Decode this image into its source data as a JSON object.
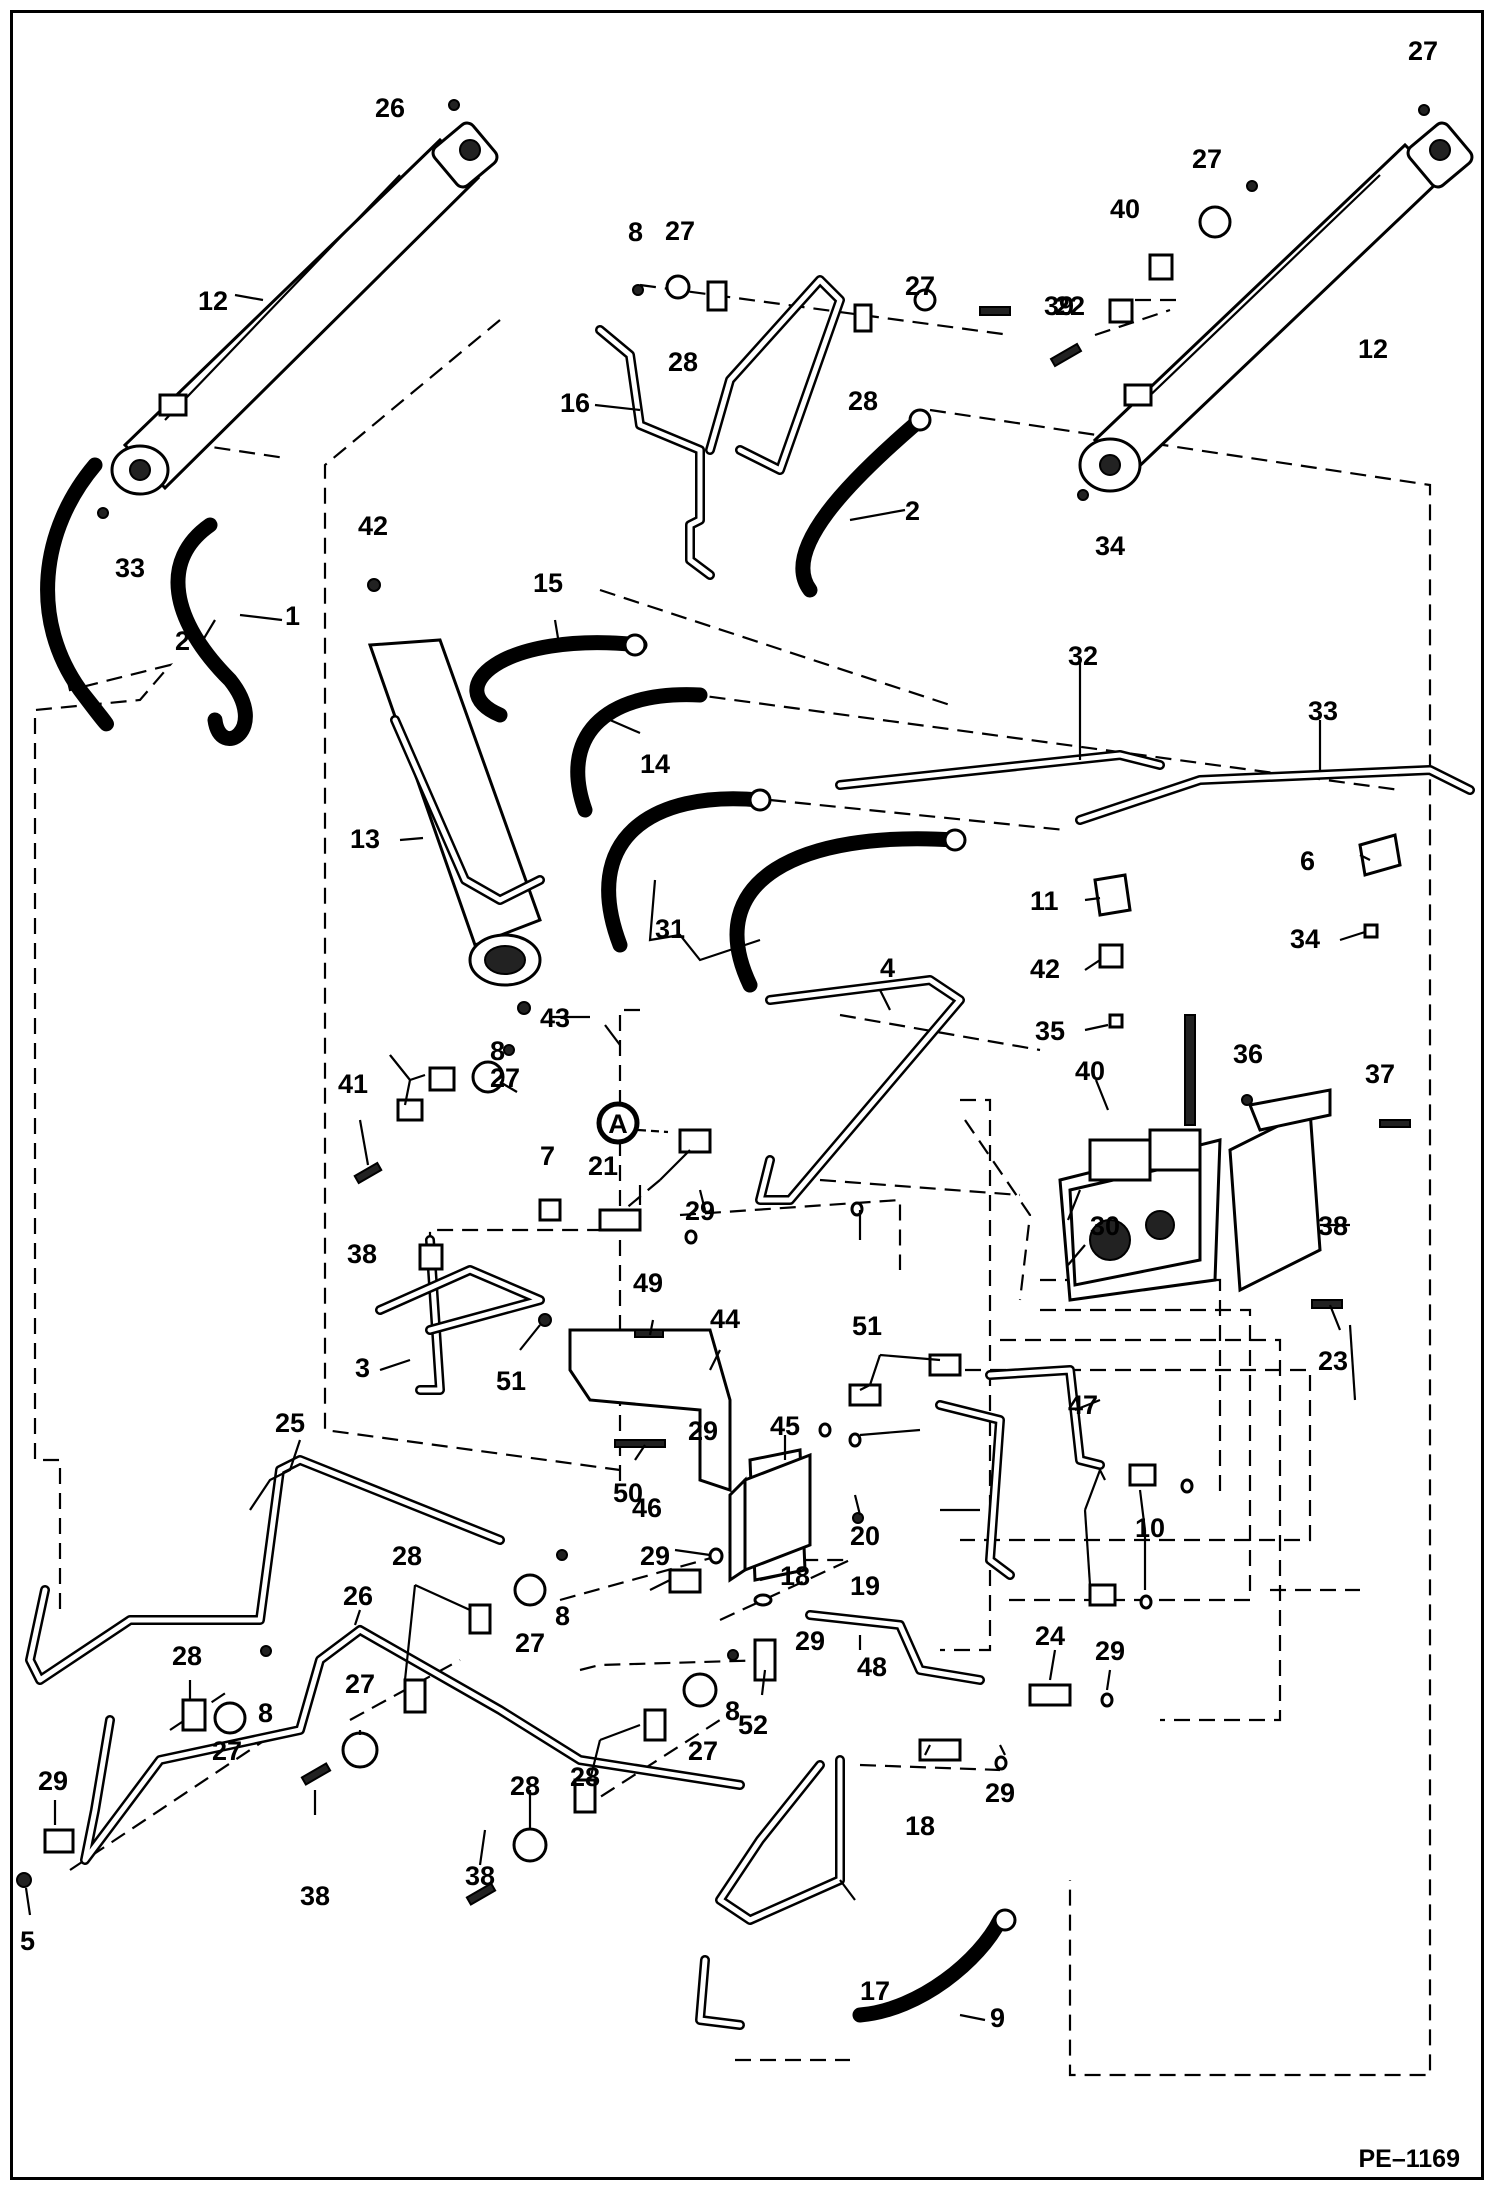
{
  "figure_code": "PE–1169",
  "callout_letter": "A",
  "parts": [
    {
      "id": "p1",
      "label": "1"
    },
    {
      "id": "p2a",
      "label": "2"
    },
    {
      "id": "p2b",
      "label": "2"
    },
    {
      "id": "p3",
      "label": "3"
    },
    {
      "id": "p4",
      "label": "4"
    },
    {
      "id": "p5",
      "label": "5"
    },
    {
      "id": "p6",
      "label": "6"
    },
    {
      "id": "p7",
      "label": "7"
    },
    {
      "id": "p8a",
      "label": "8"
    },
    {
      "id": "p8b",
      "label": "8"
    },
    {
      "id": "p8c",
      "label": "8"
    },
    {
      "id": "p8d",
      "label": "8"
    },
    {
      "id": "p8e",
      "label": "8"
    },
    {
      "id": "p9",
      "label": "9"
    },
    {
      "id": "p10",
      "label": "10"
    },
    {
      "id": "p11",
      "label": "11"
    },
    {
      "id": "p12a",
      "label": "12"
    },
    {
      "id": "p12b",
      "label": "12"
    },
    {
      "id": "p13",
      "label": "13"
    },
    {
      "id": "p14",
      "label": "14"
    },
    {
      "id": "p15",
      "label": "15"
    },
    {
      "id": "p16",
      "label": "16"
    },
    {
      "id": "p17",
      "label": "17"
    },
    {
      "id": "p18a",
      "label": "18"
    },
    {
      "id": "p18b",
      "label": "18"
    },
    {
      "id": "p19",
      "label": "19"
    },
    {
      "id": "p20",
      "label": "20"
    },
    {
      "id": "p21",
      "label": "21"
    },
    {
      "id": "p22",
      "label": "22"
    },
    {
      "id": "p23",
      "label": "23"
    },
    {
      "id": "p24",
      "label": "24"
    },
    {
      "id": "p25",
      "label": "25"
    },
    {
      "id": "p26a",
      "label": "26"
    },
    {
      "id": "p26b",
      "label": "26"
    },
    {
      "id": "p27a",
      "label": "27"
    },
    {
      "id": "p27b",
      "label": "27"
    },
    {
      "id": "p27c",
      "label": "27"
    },
    {
      "id": "p27d",
      "label": "27"
    },
    {
      "id": "p27e",
      "label": "27"
    },
    {
      "id": "p27f",
      "label": "27"
    },
    {
      "id": "p27g",
      "label": "27"
    },
    {
      "id": "p27h",
      "label": "27"
    },
    {
      "id": "p27i",
      "label": "27"
    },
    {
      "id": "p28a",
      "label": "28"
    },
    {
      "id": "p28b",
      "label": "28"
    },
    {
      "id": "p28c",
      "label": "28"
    },
    {
      "id": "p28d",
      "label": "28"
    },
    {
      "id": "p28e",
      "label": "28"
    },
    {
      "id": "p28f",
      "label": "28"
    },
    {
      "id": "p29a",
      "label": "29"
    },
    {
      "id": "p29b",
      "label": "29"
    },
    {
      "id": "p29c",
      "label": "29"
    },
    {
      "id": "p29d",
      "label": "29"
    },
    {
      "id": "p29e",
      "label": "29"
    },
    {
      "id": "p29f",
      "label": "29"
    },
    {
      "id": "p29g",
      "label": "29"
    },
    {
      "id": "p30",
      "label": "30"
    },
    {
      "id": "p31",
      "label": "31"
    },
    {
      "id": "p32",
      "label": "32"
    },
    {
      "id": "p33a",
      "label": "33"
    },
    {
      "id": "p33b",
      "label": "33"
    },
    {
      "id": "p34a",
      "label": "34"
    },
    {
      "id": "p34b",
      "label": "34"
    },
    {
      "id": "p35",
      "label": "35"
    },
    {
      "id": "p36",
      "label": "36"
    },
    {
      "id": "p37",
      "label": "37"
    },
    {
      "id": "p38a",
      "label": "38"
    },
    {
      "id": "p38b",
      "label": "38"
    },
    {
      "id": "p38c",
      "label": "38"
    },
    {
      "id": "p38d",
      "label": "38"
    },
    {
      "id": "p39",
      "label": "39"
    },
    {
      "id": "p40a",
      "label": "40"
    },
    {
      "id": "p40b",
      "label": "40"
    },
    {
      "id": "p41",
      "label": "41"
    },
    {
      "id": "p42a",
      "label": "42"
    },
    {
      "id": "p42b",
      "label": "42"
    },
    {
      "id": "p43",
      "label": "43"
    },
    {
      "id": "p44",
      "label": "44"
    },
    {
      "id": "p45",
      "label": "45"
    },
    {
      "id": "p46",
      "label": "46"
    },
    {
      "id": "p47",
      "label": "47"
    },
    {
      "id": "p48",
      "label": "48"
    },
    {
      "id": "p49",
      "label": "49"
    },
    {
      "id": "p50",
      "label": "50"
    },
    {
      "id": "p51a",
      "label": "51"
    },
    {
      "id": "p51b",
      "label": "51"
    },
    {
      "id": "p52",
      "label": "52"
    }
  ]
}
